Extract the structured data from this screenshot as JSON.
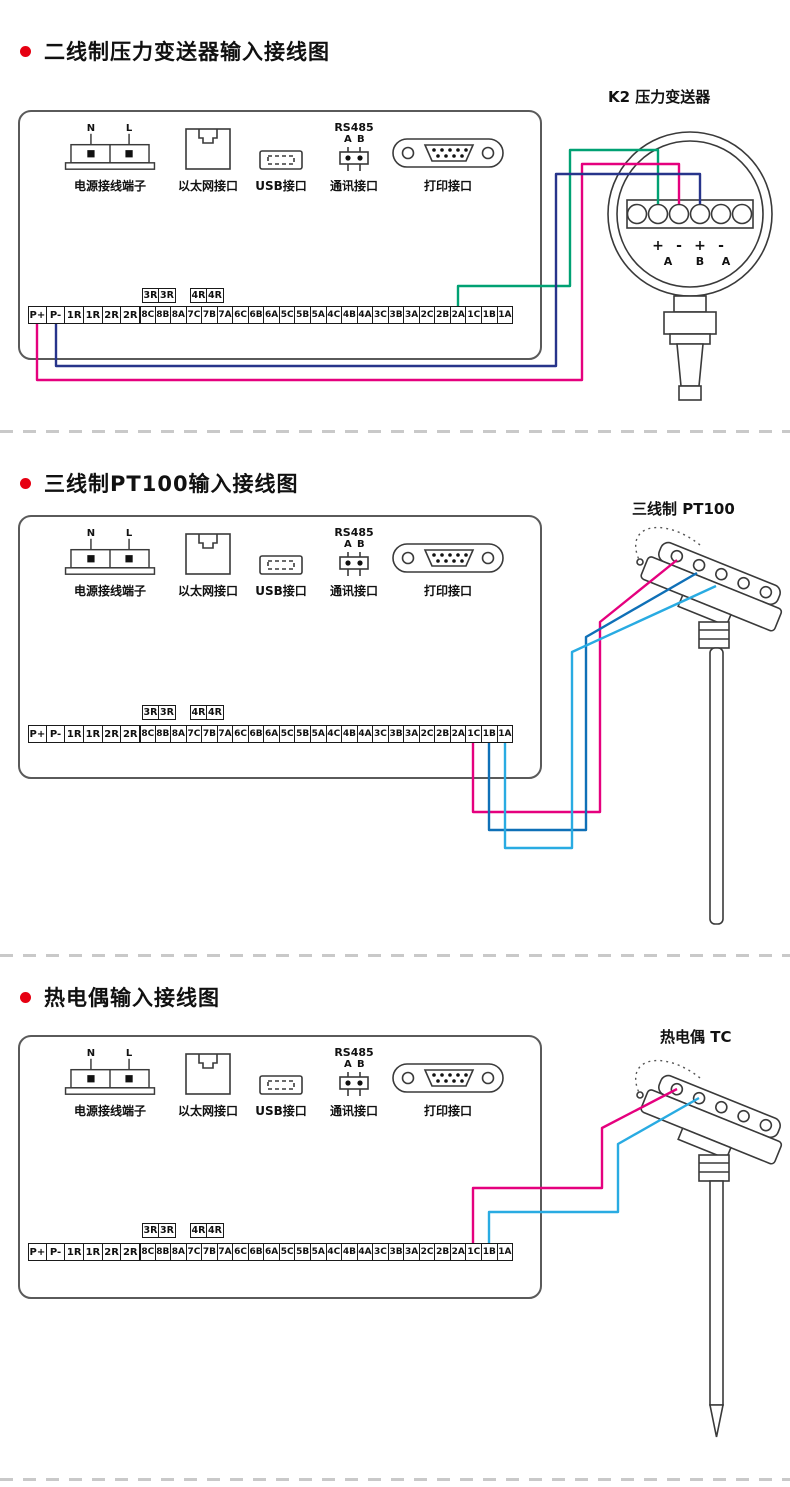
{
  "colors": {
    "bullet": "#e60012",
    "wire_green": "#00a173",
    "wire_magenta": "#e5007e",
    "wire_navy": "#27348b",
    "wire_cyan": "#29abe2",
    "wire_blue": "#0f70b7"
  },
  "panel": {
    "power": {
      "n": "N",
      "l": "L",
      "label": "电源接线端子"
    },
    "ethernet_label": "以太网接口",
    "usb_label": "USB接口",
    "rs485_title": "RS485",
    "rs485_a": "A",
    "rs485_b": "B",
    "rs485_label": "通讯接口",
    "printer_label": "打印接口"
  },
  "terminal_strip": {
    "left_cells": [
      "P+",
      "P-",
      "1R",
      "1R",
      "2R",
      "2R"
    ],
    "aux_a": [
      "3R",
      "3R"
    ],
    "aux_b": [
      "4R",
      "4R"
    ],
    "main_cells": [
      "8C",
      "8B",
      "8A",
      "7C",
      "7B",
      "7A",
      "6C",
      "6B",
      "6A",
      "5C",
      "5B",
      "5A",
      "4C",
      "4B",
      "4A",
      "3C",
      "3B",
      "3A",
      "2C",
      "2B",
      "2A",
      "1C",
      "1B",
      "1A"
    ]
  },
  "sections": [
    {
      "title": "二线制压力变送器输入接线图",
      "device_label": "K2 压力变送器",
      "transmitter_symbols": [
        "+",
        "-",
        "+",
        "-"
      ],
      "transmitter_letters": [
        "A",
        "B",
        "A"
      ]
    },
    {
      "title": "三线制PT100输入接线图",
      "device_label": "三线制 PT100"
    },
    {
      "title": "热电偶输入接线图",
      "device_label": "热电偶 TC"
    }
  ]
}
